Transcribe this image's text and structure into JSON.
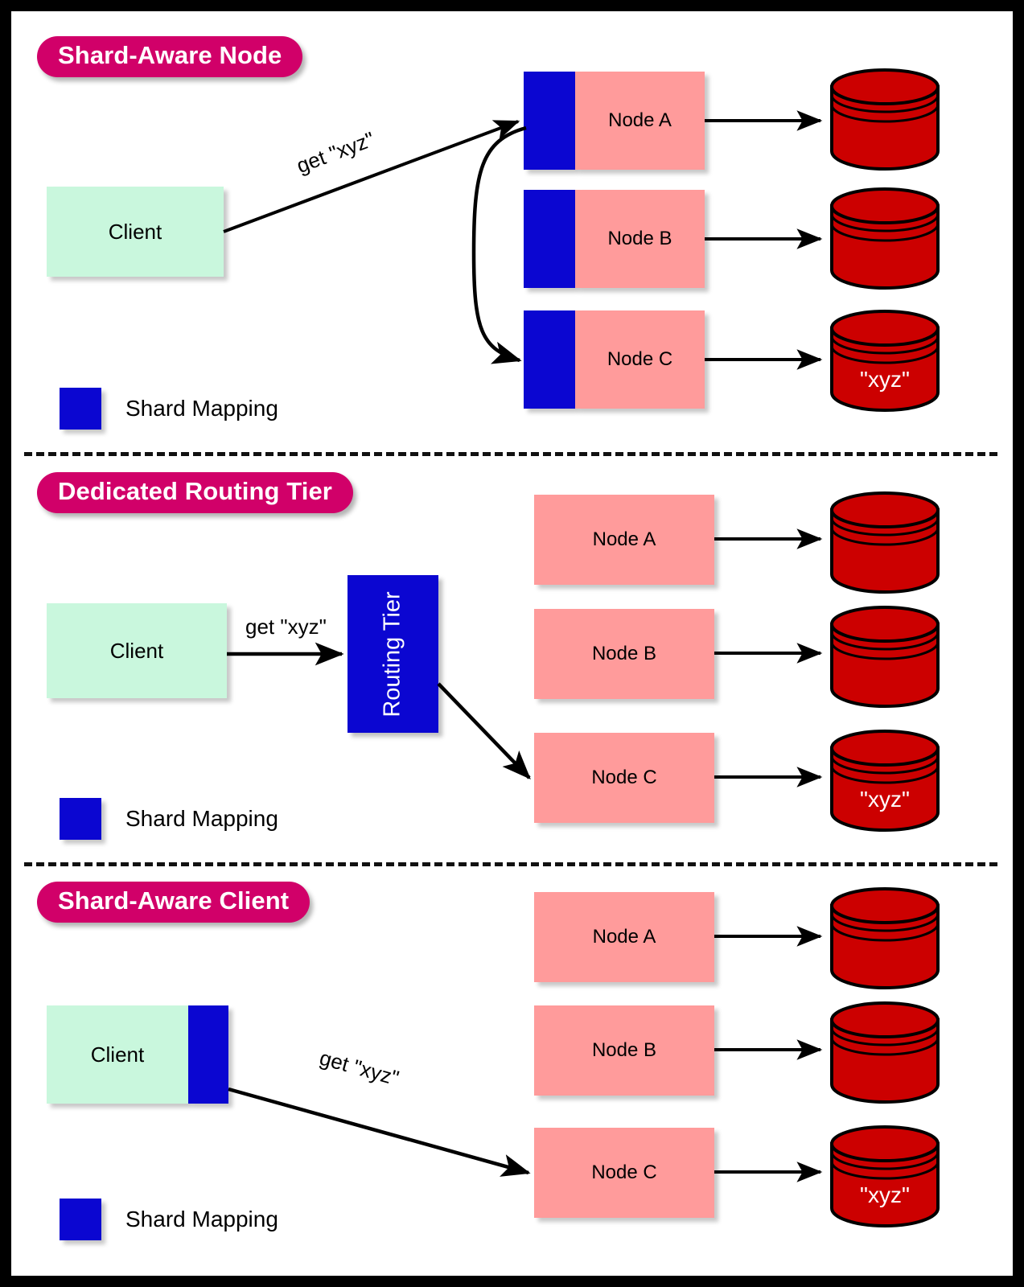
{
  "figure": {
    "background": "#000000",
    "page_background": "#ffffff",
    "accent_pill": "#d10069",
    "shard_color": "#0b06d1",
    "node_color": "#ff9b9b",
    "client_color": "#c9f7dd",
    "db_color": "#cc0000"
  },
  "panels": [
    {
      "title": "Shard-Aware Node",
      "client": {
        "label": "Client"
      },
      "request_label": "get \"xyz\"",
      "nodes": [
        {
          "label": "Node A",
          "has_shard_mapping": true
        },
        {
          "label": "Node B",
          "has_shard_mapping": true
        },
        {
          "label": "Node C",
          "has_shard_mapping": true
        }
      ],
      "databases": [
        {
          "label": ""
        },
        {
          "label": ""
        },
        {
          "label": "\"xyz\""
        }
      ],
      "legend": {
        "label": "Shard Mapping"
      }
    },
    {
      "title": "Dedicated Routing Tier",
      "client": {
        "label": "Client"
      },
      "request_label": "get \"xyz\"",
      "router": {
        "label": "Routing Tier"
      },
      "nodes": [
        {
          "label": "Node A",
          "has_shard_mapping": false
        },
        {
          "label": "Node B",
          "has_shard_mapping": false
        },
        {
          "label": "Node C",
          "has_shard_mapping": false
        }
      ],
      "databases": [
        {
          "label": ""
        },
        {
          "label": ""
        },
        {
          "label": "\"xyz\""
        }
      ],
      "legend": {
        "label": "Shard Mapping"
      }
    },
    {
      "title": "Shard-Aware Client",
      "client": {
        "label": "Client",
        "has_shard_mapping": true
      },
      "request_label": "get \"xyz\"",
      "nodes": [
        {
          "label": "Node A",
          "has_shard_mapping": false
        },
        {
          "label": "Node B",
          "has_shard_mapping": false
        },
        {
          "label": "Node C",
          "has_shard_mapping": false
        }
      ],
      "databases": [
        {
          "label": ""
        },
        {
          "label": ""
        },
        {
          "label": "\"xyz\""
        }
      ],
      "legend": {
        "label": "Shard Mapping"
      }
    }
  ]
}
